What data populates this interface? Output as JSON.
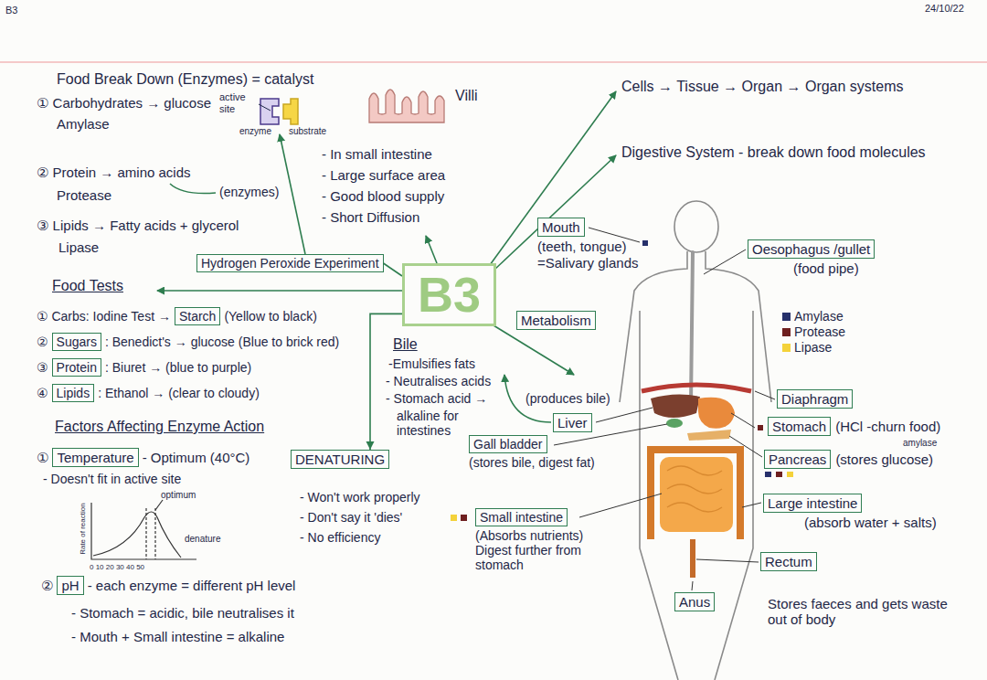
{
  "diagram": {
    "nodes": [
      {
        "text": [
          "Hydrogen Peroxide Experiment"
        ]
      },
      {
        "text": [
          "Starch"
        ]
      },
      {
        "text": [
          "Sugars"
        ]
      },
      {
        "text": [
          "Protein"
        ]
      },
      {
        "text": [
          "Lipids"
        ]
      },
      {
        "text": [
          "Temperature"
        ]
      },
      {
        "text": [
          "DENATURING"
        ]
      },
      {
        "text": [
          "pH"
        ]
      },
      {
        "text": [
          "B3"
        ]
      },
      {
        "text": [
          "Mouth",
          "(teeth, tongue) =Salivary glands"
        ]
      },
      {
        "text": [
          "Metabolism"
        ]
      },
      {
        "text": [
          "Liver"
        ]
      },
      {
        "text": [
          "Gall bladder",
          "(stores bile, digest fat)"
        ]
      },
      {
        "text": [
          "Small intestine",
          "(Absorbs nutrients) Digest further from stomach"
        ]
      },
      {
        "text": [
          "Oesophagus /gullet",
          "(food pipe)"
        ]
      },
      {
        "text": [
          "Diaphragm"
        ]
      },
      {
        "text": [
          "Stomach",
          "(HCl -churn food)"
        ]
      },
      {
        "text": [
          "Pancreas",
          "(stores glucose)"
        ]
      },
      {
        "text": [
          "Large intestine",
          "(absorb water + salts)"
        ]
      },
      {
        "text": [
          "Rectum"
        ]
      },
      {
        "text": [
          "Anus"
        ]
      }
    ],
    "edges": [
      {
        "from": 8,
        "to": 0,
        "arrow": "none"
      },
      {
        "from": 8,
        "to": 6,
        "arrow": "to"
      }
    ],
    "labels": [
      "B3",
      "24/10/22",
      "Food Break Down (Enzymes) = catalyst",
      "① Carbohydrates → glucose",
      "active site",
      "Amylase",
      "enzyme",
      "substrate",
      "② Protein → amino acids",
      "(enzymes)",
      "Protease",
      "③ Lipids → Fatty acids + glycerol",
      "Lipase",
      "Villi",
      "- In small intestine",
      "- Large surface area",
      "- Good blood supply",
      "- Short Diffusion",
      "Food Tests",
      "① Carbs: Iodine Test →",
      "(Yellow to black)",
      "②",
      ": Benedict's → glucose (Blue to brick red)",
      "③",
      ": Biuret → (blue to purple)",
      "④",
      ": Ethanol → (clear to cloudy)",
      "Factors Affecting Enzyme Action",
      "①",
      "- Optimum (40°C)",
      "- Doesn't fit in active site",
      "Rate of reaction",
      "optimum",
      "denature",
      "0 10 20 30 40 50",
      "- Won't work properly",
      "- Don't say it 'dies'",
      "- No efficiency",
      "②",
      "- each enzyme = different pH level",
      "- Stomach = acidic, bile neutralises it",
      "- Mouth + Small intestine = alkaline",
      "Bile",
      "-Emulsifies fats",
      "- Neutralises acids",
      "- Stomach acid →",
      "alkaline for intestines",
      "(produces bile)",
      "Cells → Tissue → Organ → Organ systems",
      "Digestive System - break down food molecules",
      "amylase",
      "Stores faeces and gets waste out of body"
    ],
    "legend": [
      {
        "text": "Amylase",
        "color": "#26306b"
      },
      {
        "text": "Protease",
        "color": "#6e1f1f"
      },
      {
        "text": "Lipase",
        "color": "#f4d23a"
      }
    ]
  }
}
